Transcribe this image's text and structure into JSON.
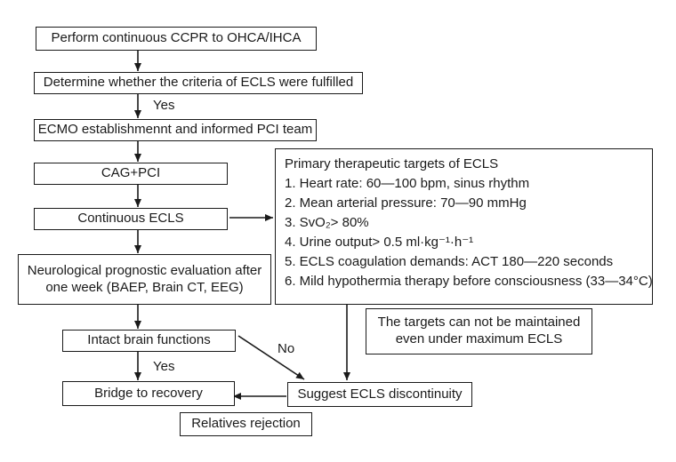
{
  "nodes": {
    "start": "Perform continuous CCPR to OHCA/IHCA",
    "criteria": "Determine whether the criteria of ECLS were fulfilled",
    "ecmo": "ECMO establishmennt and informed PCI team",
    "cag": "CAG+PCI",
    "continuous": "Continuous ECLS",
    "neuro_line1": "Neurological prognostic evaluation after",
    "neuro_line2": "one week (BAEP, Brain CT, EEG)",
    "intact": "Intact brain functions",
    "bridge": "Bridge to recovery",
    "relatives": "Relatives rejection",
    "suggest": "Suggest ECLS discontinuity",
    "maintain_line1": "The targets can not be maintained",
    "maintain_line2": "even under maximum ECLS"
  },
  "targets": {
    "title": "Primary therapeutic targets of ECLS",
    "items": [
      "1. Heart rate: 60—100 bpm, sinus rhythm",
      "2. Mean arterial pressure: 70—90 mmHg",
      "3. SvO₂> 80%",
      "4. Urine output> 0.5 ml·kg⁻¹·h⁻¹",
      "5. ECLS coagulation demands: ACT 180—220 seconds",
      "6. Mild hypothermia therapy before consciousness (33—34°C)"
    ]
  },
  "edge_labels": {
    "yes_criteria": "Yes",
    "yes_intact": "Yes",
    "no_intact": "No"
  }
}
